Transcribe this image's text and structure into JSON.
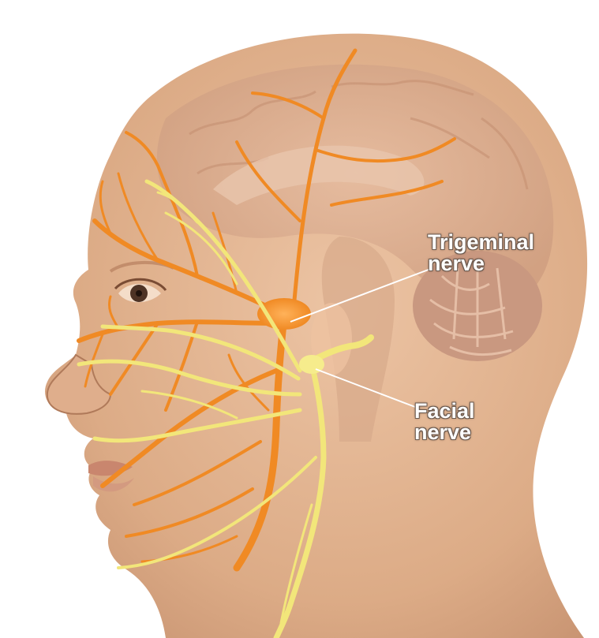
{
  "labels": {
    "trigeminal": {
      "line1": "Trigeminal",
      "line2": "nerve"
    },
    "facial": {
      "line1": "Facial",
      "line2": "nerve"
    }
  },
  "colors": {
    "background": "#ffffff",
    "skin": "#e2b493",
    "skin_shadow": "#cf9c78",
    "brain": "#d9a98c",
    "trigeminal_nerve": "#f08a24",
    "facial_nerve": "#f2e67a",
    "label_text": "#ffffff",
    "leader_line": "#ffffff"
  }
}
